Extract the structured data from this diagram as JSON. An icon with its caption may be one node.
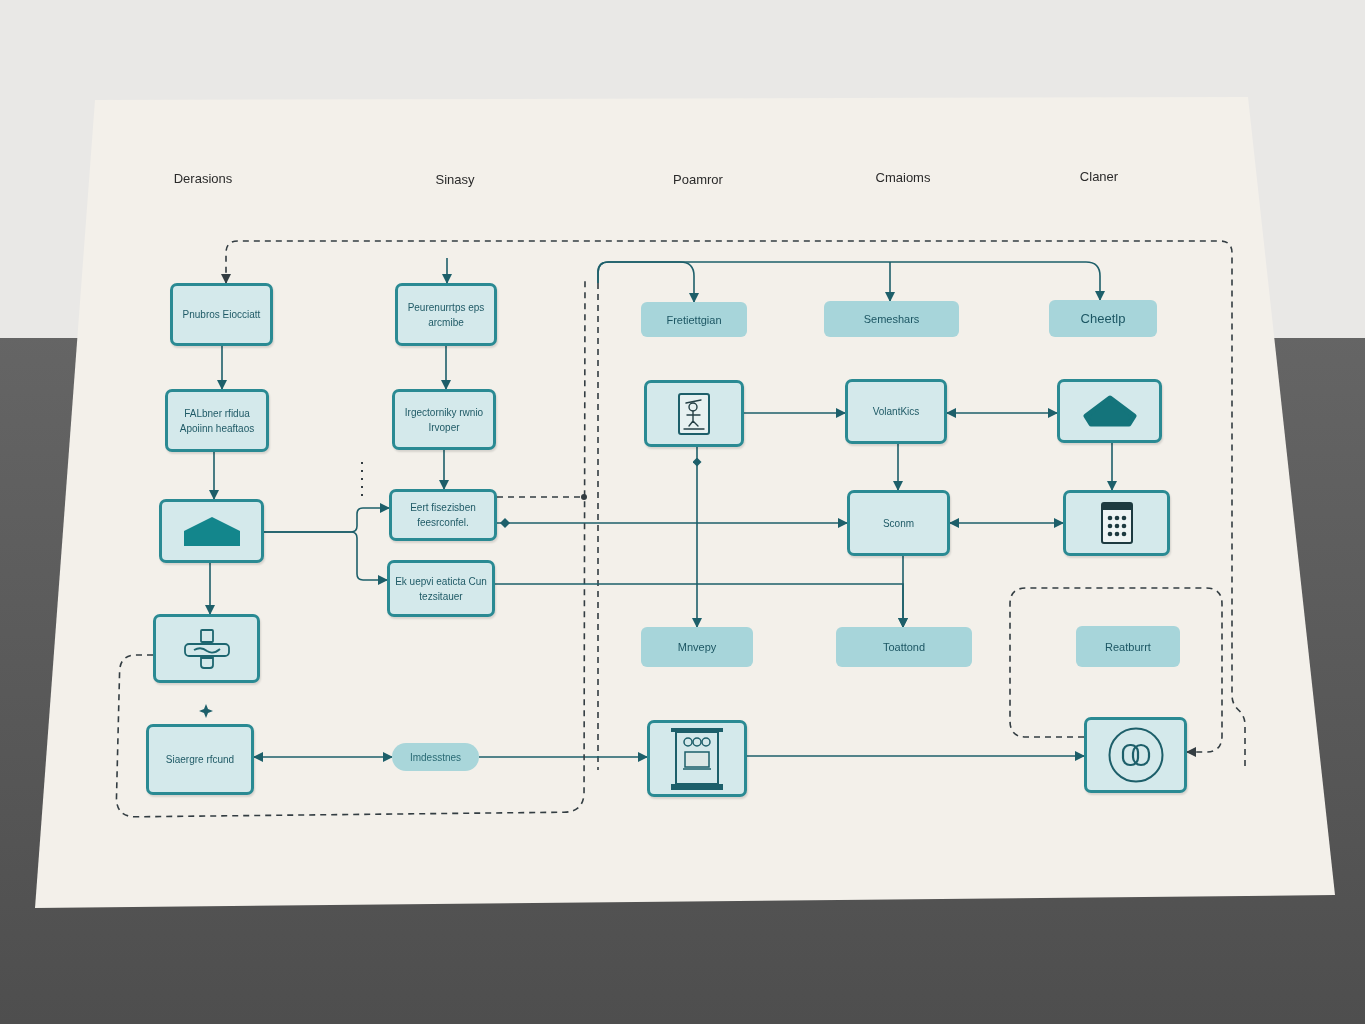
{
  "diagram": {
    "nodes": [
      {
        "text": [
          "Pnubros Eiocciatt"
        ]
      },
      {
        "text": [
          "Peurenurrtps eps arcmibe"
        ]
      },
      {
        "text": [
          "FALbner rfidua Apoiinn heaftaos"
        ]
      },
      {
        "text": [
          "Irgectorniky rwnio Irvoper"
        ]
      },
      {
        "text": [],
        "shape": "box"
      },
      {
        "text": [
          "Eert fisezisben feesrconfel."
        ]
      },
      {
        "text": [
          "Ek uepvi eaticta Cun tezsitauer"
        ]
      },
      {
        "text": [],
        "shape": "box"
      },
      {
        "text": [
          "Siaergre rfcund"
        ]
      },
      {
        "text": [
          "Imdesstnes"
        ]
      },
      {
        "text": [
          "Fretiettgian"
        ]
      },
      {
        "text": [
          "Semeshars"
        ]
      },
      {
        "text": [
          "Cheetlp"
        ]
      },
      {
        "text": [],
        "shape": "box"
      },
      {
        "text": [
          "VolantKics"
        ]
      },
      {
        "text": [],
        "shape": "box"
      },
      {
        "text": [
          "Sconm"
        ]
      },
      {
        "text": [],
        "shape": "box"
      },
      {
        "text": [
          "Mnvepy"
        ]
      },
      {
        "text": [
          "Toattond"
        ]
      },
      {
        "text": [
          "Reatburrt"
        ]
      },
      {
        "text": [],
        "shape": "box"
      },
      {
        "text": [],
        "shape": "box"
      }
    ],
    "edges": [
      {
        "from": null,
        "to": 0,
        "arrow": "to",
        "style": "dashed",
        "color": "#333d42"
      },
      {
        "from": null,
        "to": 1,
        "arrow": "to"
      },
      {
        "from": 0,
        "to": 2,
        "arrow": "to"
      },
      {
        "from": 1,
        "to": 3,
        "arrow": "to"
      },
      {
        "from": 2,
        "to": 4,
        "arrow": "to"
      },
      {
        "from": 3,
        "to": 5,
        "arrow": "to"
      },
      {
        "from": 4,
        "to": 5,
        "arrow": "to"
      },
      {
        "from": 4,
        "to": 6,
        "arrow": "to"
      },
      {
        "from": 4,
        "to": 7,
        "arrow": "to"
      },
      {
        "from": 8,
        "to": 9,
        "arrow": "both"
      },
      {
        "from": 9,
        "to": 21,
        "arrow": "to"
      },
      {
        "from": 21,
        "to": 22,
        "arrow": "to"
      },
      {
        "from": 5,
        "to": 16,
        "arrow": "to"
      },
      {
        "from": 5,
        "to": null,
        "arrow": "other",
        "style": "dashed",
        "color": "#333d42"
      },
      {
        "from": 7,
        "to": null,
        "arrow": "none",
        "style": "dashed",
        "color": "#333d42"
      },
      {
        "from": null,
        "to": 10,
        "arrow": "to"
      },
      {
        "from": null,
        "to": 11,
        "arrow": "to"
      },
      {
        "from": null,
        "to": 12,
        "arrow": "to"
      },
      {
        "from": 13,
        "to": 14,
        "arrow": "to"
      },
      {
        "from": 14,
        "to": 15,
        "arrow": "both"
      },
      {
        "from": 13,
        "to": 18,
        "arrow": "to"
      },
      {
        "from": 14,
        "to": 16,
        "arrow": "to"
      },
      {
        "from": 15,
        "to": 17,
        "arrow": "to"
      },
      {
        "from": 16,
        "to": 17,
        "arrow": "both"
      },
      {
        "from": 16,
        "to": 19,
        "arrow": "to"
      },
      {
        "from": 6,
        "to": 19,
        "arrow": "to"
      },
      {
        "from": 22,
        "to": 22,
        "arrow": "to",
        "style": "dashed",
        "color": "#333d42"
      }
    ],
    "labels": [
      "Derasions",
      "Sinasy",
      "Poamror",
      "Cmaioms",
      "Claner"
    ]
  }
}
